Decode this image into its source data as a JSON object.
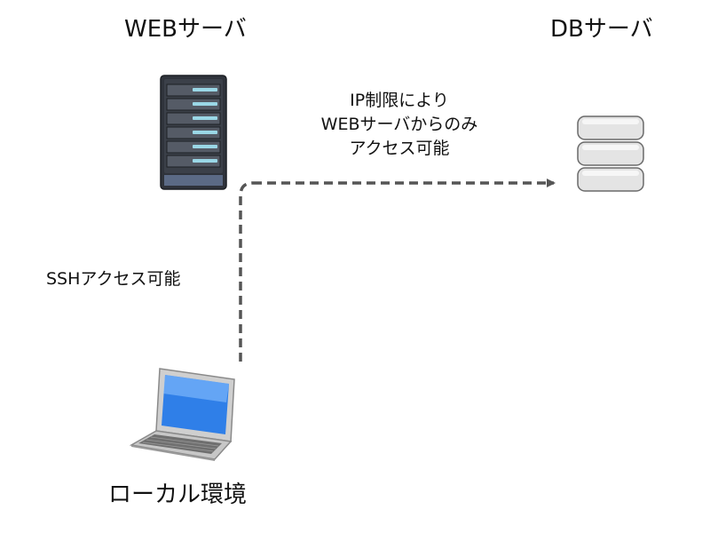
{
  "nodes": {
    "web_server": {
      "label": "WEBサーバ",
      "icon": "server-rack-icon"
    },
    "db_server": {
      "label": "DBサーバ",
      "icon": "database-icon"
    },
    "local": {
      "label": "ローカル環境",
      "icon": "laptop-icon"
    }
  },
  "edges": {
    "web_to_db": {
      "lines": [
        "IP制限により",
        "WEBサーバからのみ",
        "アクセス可能"
      ],
      "style": "dashed-arrow"
    },
    "local_to_web": {
      "label": "SSHアクセス可能",
      "style": "dashed-line"
    }
  },
  "colors": {
    "connector": "#555555",
    "server_body": "#2f333b",
    "server_slot": "#9ad7e6",
    "db_disk": "#e4e4e4",
    "laptop_screen": "#2f7fe8"
  }
}
